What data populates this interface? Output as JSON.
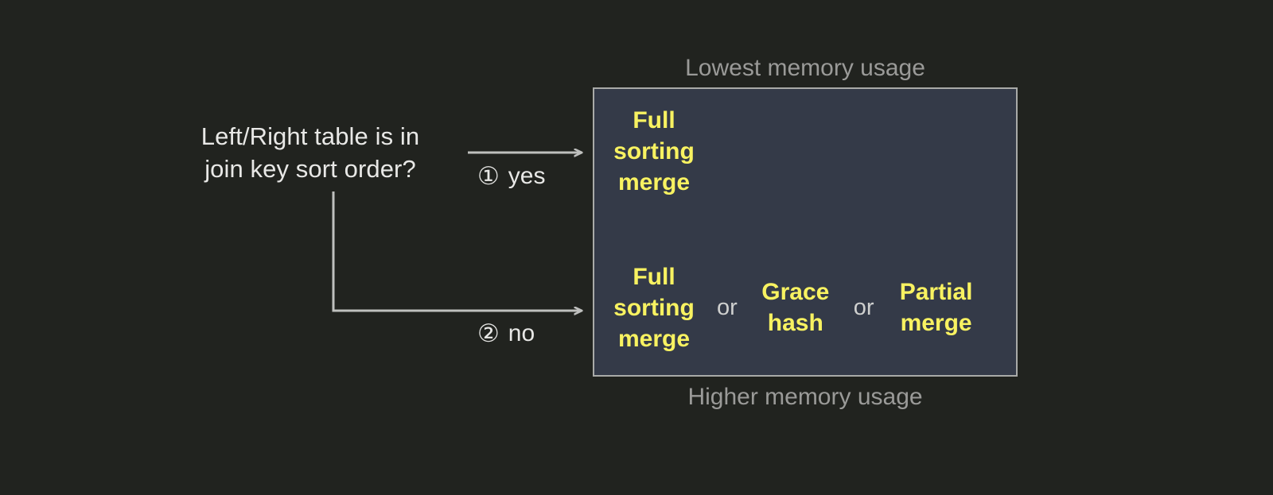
{
  "diagram": {
    "title_hidden": "",
    "question": "Left/Right table is in\njoin key sort order?",
    "branches": [
      {
        "marker": "①",
        "label": "yes",
        "name": "yes"
      },
      {
        "marker": "②",
        "label": "no",
        "name": "no"
      }
    ],
    "captions": {
      "top": "Lowest memory usage",
      "bottom": "Higher memory usage"
    },
    "separator": "or",
    "rows": [
      {
        "branch": "yes",
        "options": [
          "Full\nsorting\nmerge"
        ]
      },
      {
        "branch": "no",
        "options": [
          "Full\nsorting\nmerge",
          "Grace\nhash",
          "Partial\nmerge"
        ]
      }
    ],
    "colors": {
      "background": "#21231f",
      "panel_fill": "#343a48",
      "panel_border": "#a9aaa8",
      "option_text": "#f8f261",
      "body_text": "#e8e8e6",
      "caption_text": "#9a9a98",
      "connector": "#bfc0be"
    }
  }
}
